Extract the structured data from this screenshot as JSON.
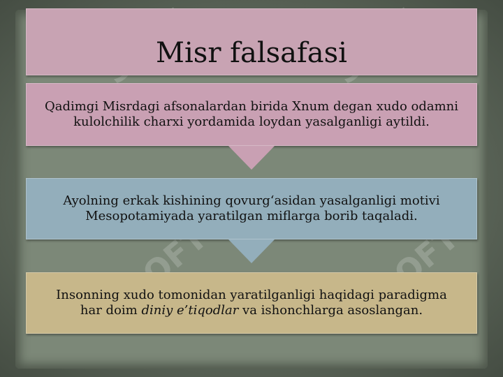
{
  "title": "Misr falsafasi",
  "steps": [
    {
      "text": "Qadimgi Misrdagi afsonalardan birida Xnum degan xudo odamni kulolchilik charxi yordamida loydan yasalganligi aytildi."
    },
    {
      "text": "Ayolning erkak kishining qovurg‘asidan yasalganligi motivi Mesopotamiyada yaratilgan miflarga borib taqaladi."
    },
    {
      "text_before": "Insonning xudo tomonidan yaratilganligi haqidagi paradigma har doim ",
      "text_italic": "diniy e’tiqodlar",
      "text_after": " va ishonchlarga asoslangan."
    }
  ],
  "watermark": "SOFT",
  "colors": {
    "title_box": "#c8a3b3",
    "step1_box": "#c9a0b3",
    "step2_box": "#93aebb",
    "step3_box": "#c7b78a"
  }
}
